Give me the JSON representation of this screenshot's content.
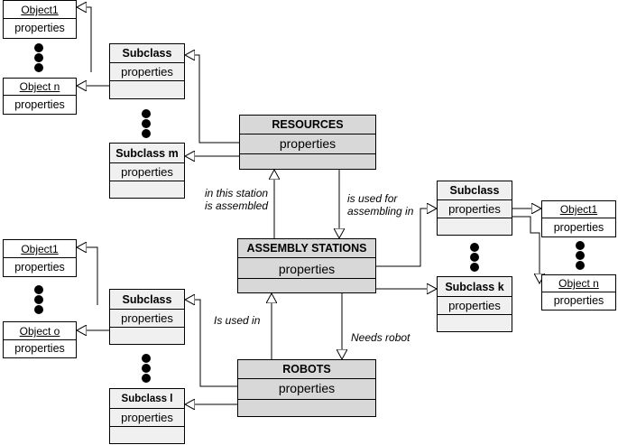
{
  "labels": {
    "object1": "Object1",
    "object_n": "Object n",
    "object_o": "Object o",
    "properties": "properties",
    "subclass": "Subclass",
    "subclass_m": "Subclass m",
    "subclass_k": "Subclass k",
    "subclass_l": "Subclass l",
    "resources": "RESOURCES",
    "assembly_stations": "ASSEMBLY STATIONS",
    "robots": "ROBOTS"
  },
  "relations": {
    "in_this_station": "in this station",
    "is_assembled": "is assembled",
    "is_used_for": "is used for",
    "assembling_in": "assembling in",
    "is_used_in": "Is used in",
    "needs_robot": "Needs robot"
  },
  "colors": {
    "main_fill": "#d8d8d8",
    "subclass_fill": "#f0f0f0",
    "object_fill": "#ffffff",
    "line": "#000000"
  }
}
